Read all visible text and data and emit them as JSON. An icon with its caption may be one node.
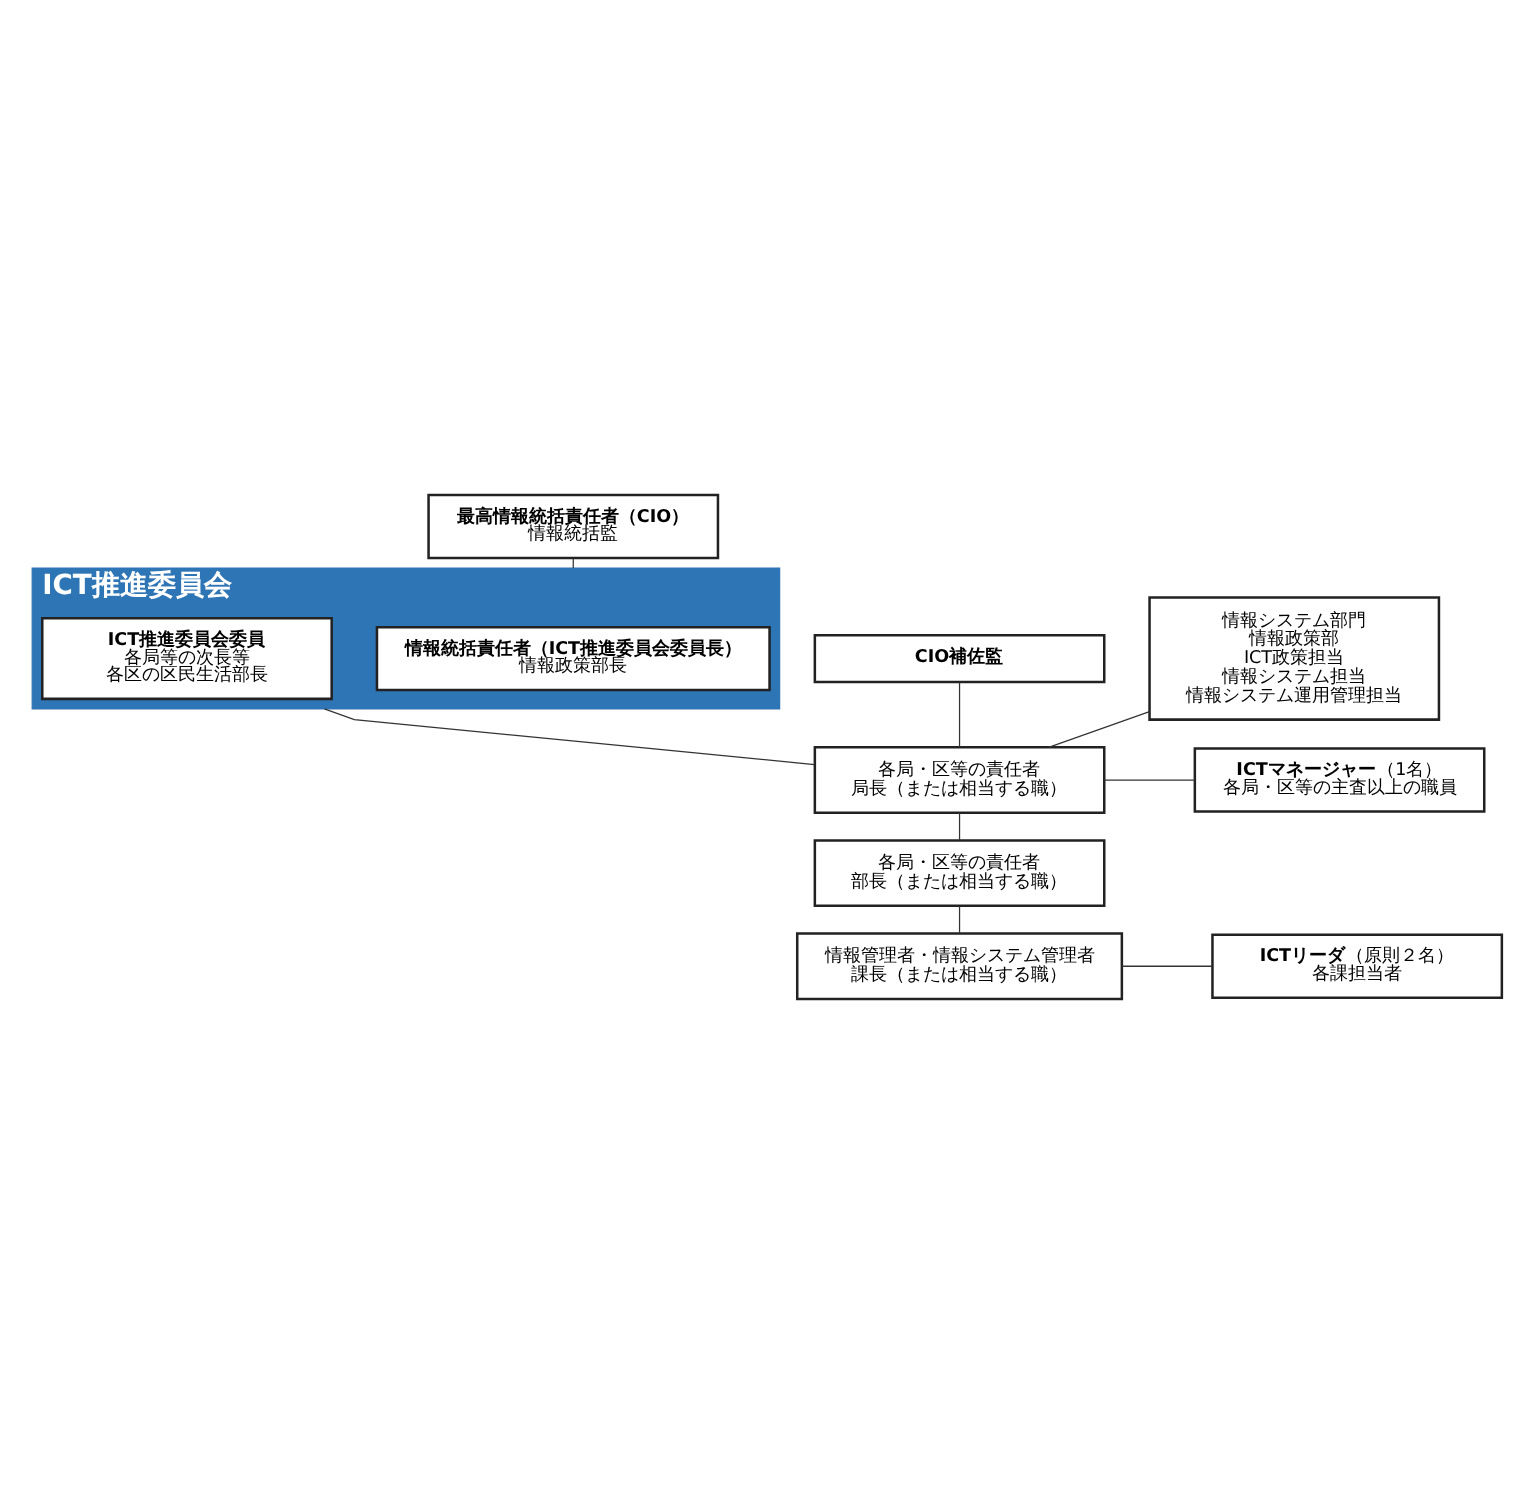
{
  "diagram": {
    "nodes": [
      {
        "text": [
          "最高情報統括責任者（CIO）",
          "情報統括監"
        ]
      },
      {
        "text": [
          "ICT推進委員会"
        ]
      },
      {
        "text": [
          "情報統括責任者（ICT推進委員会委員長）",
          "情報政策部長"
        ],
        "in": 1
      },
      {
        "text": [
          "ICT推進委員会委員",
          "各局等の次長等",
          "各区の区民生活部長"
        ],
        "in": 1
      },
      {
        "text": [
          "CIO補佐監"
        ]
      },
      {
        "text": [
          "情報システム部門",
          "情報政策部",
          "ICT政策担当",
          "情報システム担当",
          "情報システム運用管理担当"
        ]
      },
      {
        "text": [
          "各局・区等の責任者",
          "局長（または相当する職）"
        ]
      },
      {
        "text": [
          "**ICTマネージャー**（1名）",
          "各局・区等の主査以上の職員"
        ]
      },
      {
        "text": [
          "各局・区等の責任者",
          "部長（または相当する職）"
        ]
      },
      {
        "text": [
          "情報管理者・情報システム管理者",
          "課長（または相当する職）"
        ]
      },
      {
        "text": [
          "**ICTリーダ**（原則２名）",
          "各課担当者"
        ]
      }
    ],
    "edges": [
      {
        "from": 0,
        "to": 1,
        "arrow": "none"
      },
      {
        "from": 1,
        "to": 6,
        "arrow": "none"
      },
      {
        "from": 4,
        "to": 6,
        "arrow": "none"
      },
      {
        "from": 5,
        "to": 6,
        "arrow": "none"
      },
      {
        "from": 6,
        "to": 7,
        "arrow": "none"
      },
      {
        "from": 6,
        "to": 8,
        "arrow": "none"
      },
      {
        "from": 8,
        "to": 9,
        "arrow": "none"
      },
      {
        "from": 9,
        "to": 10,
        "arrow": "none"
      }
    ]
  }
}
